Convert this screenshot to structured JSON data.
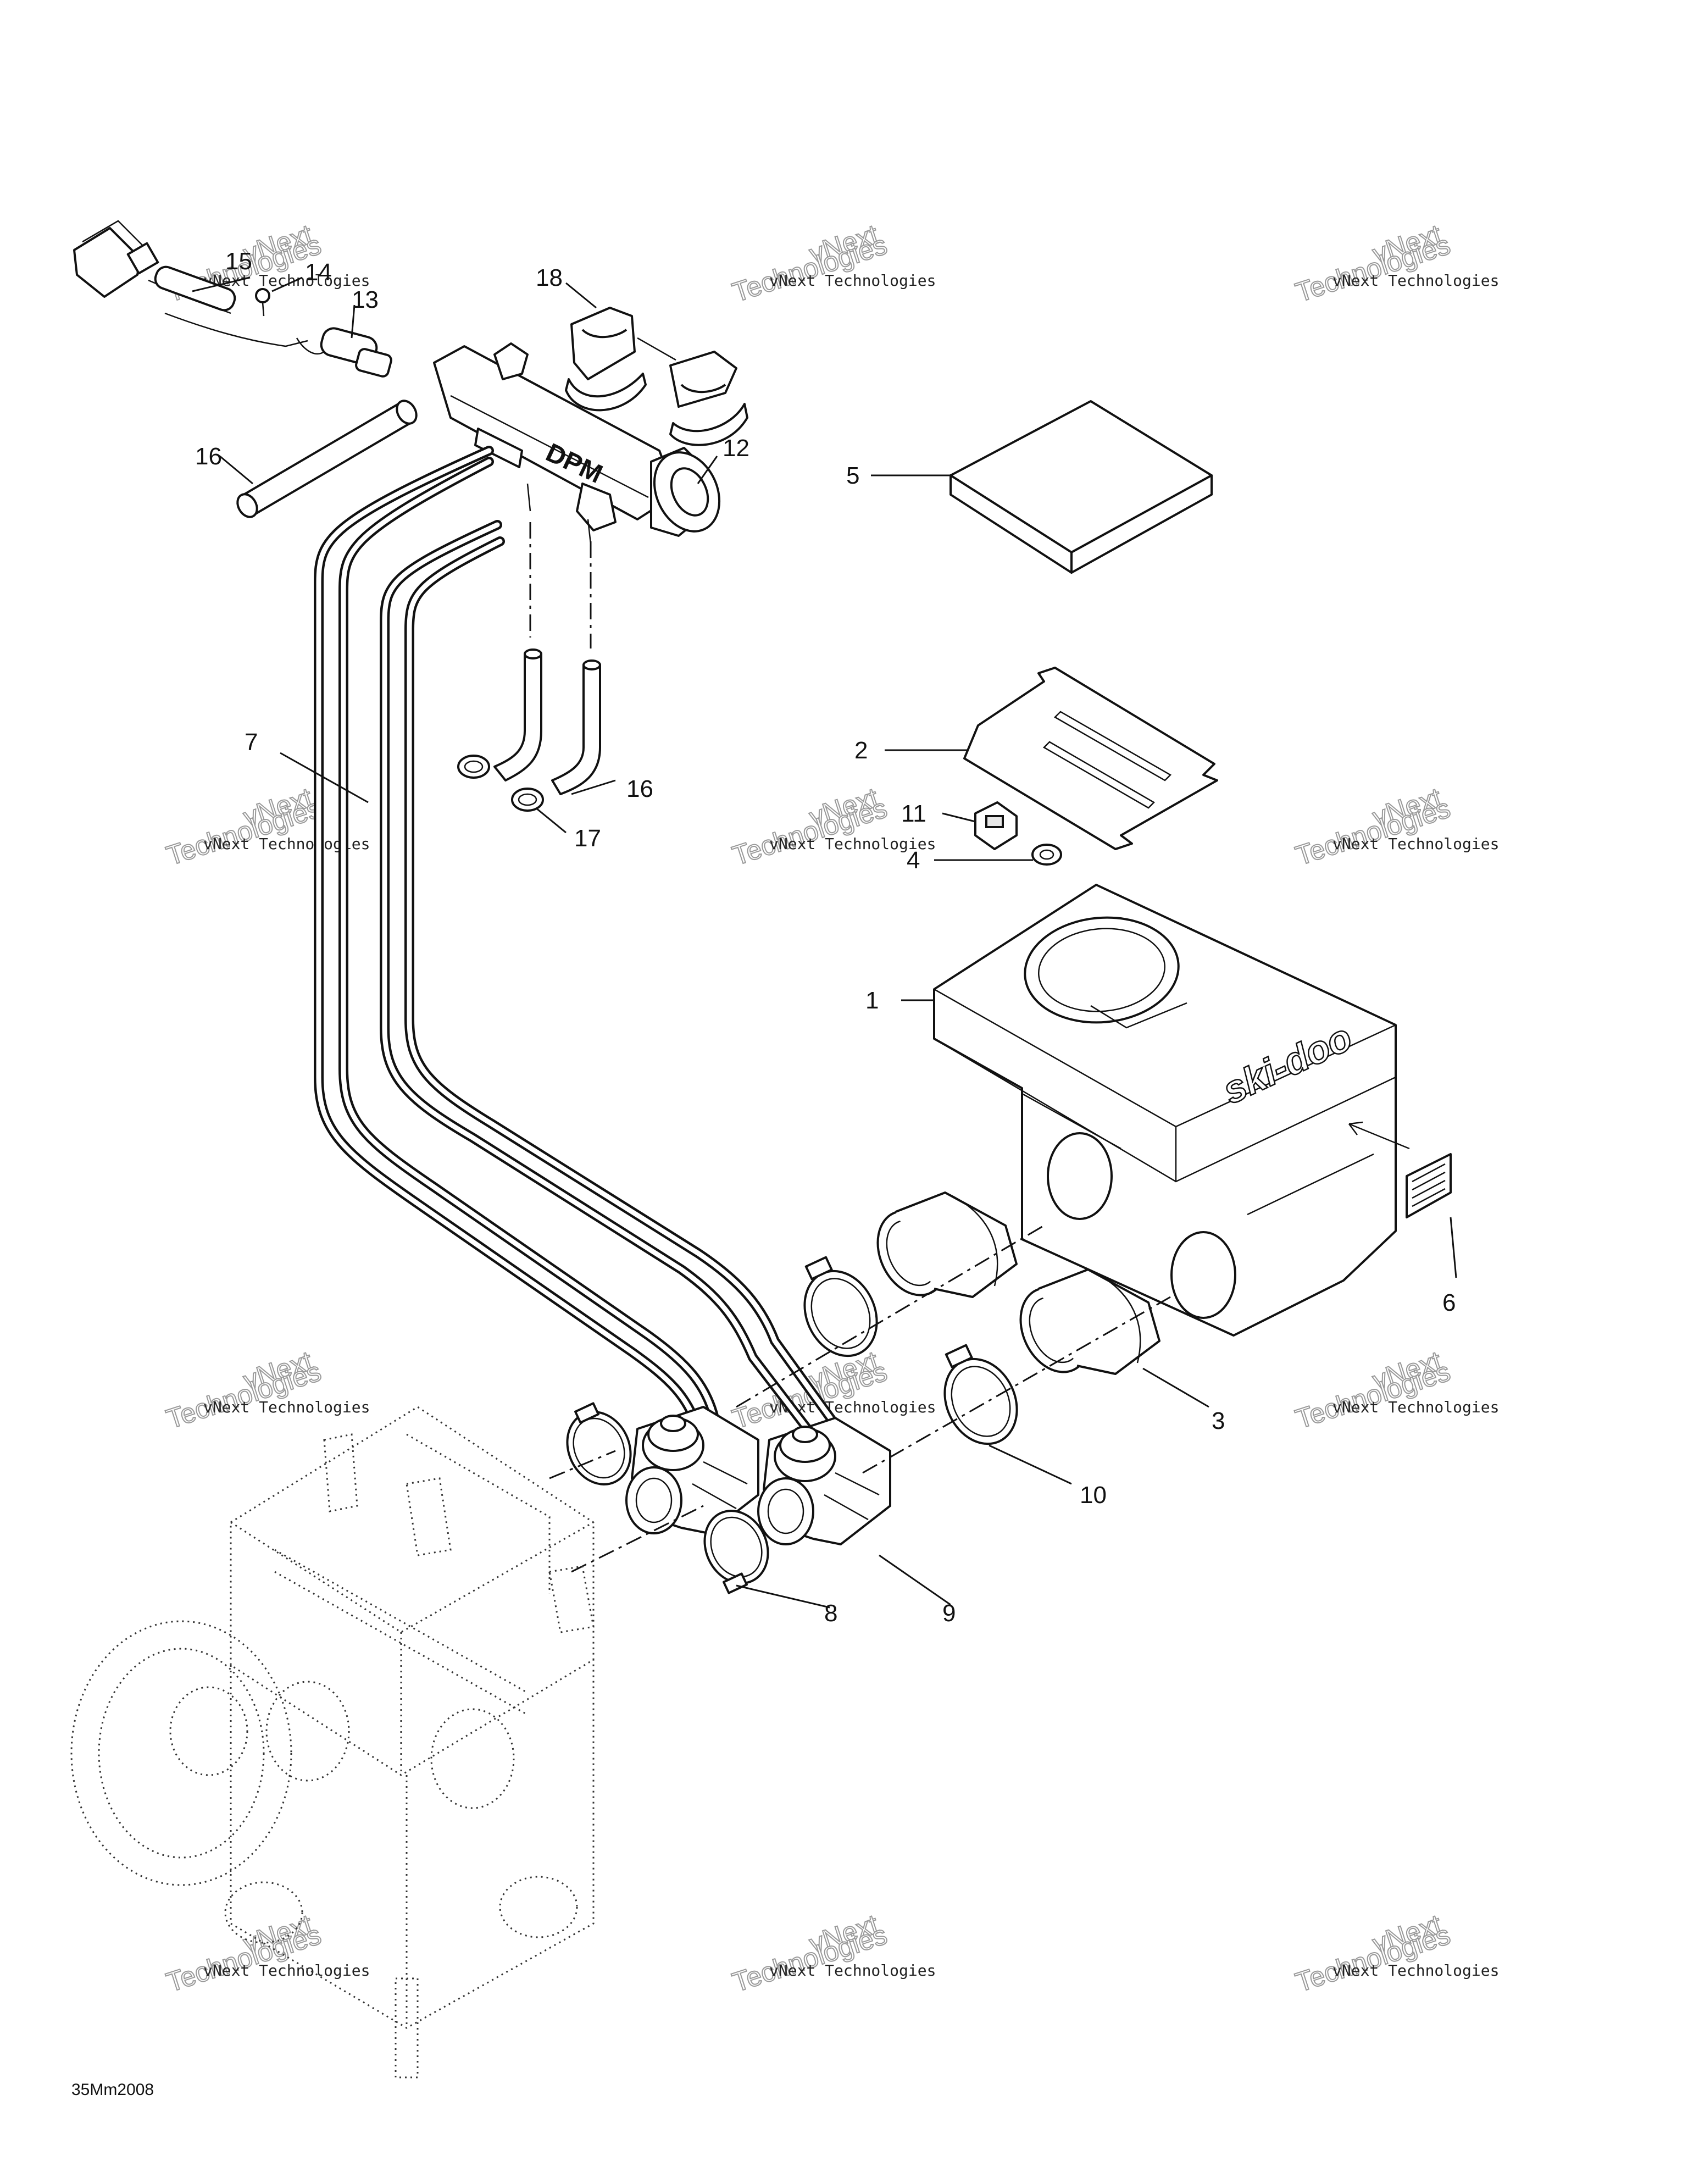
{
  "callouts": [
    {
      "id": "1",
      "label": "1"
    },
    {
      "id": "2",
      "label": "2"
    },
    {
      "id": "3",
      "label": "3"
    },
    {
      "id": "4",
      "label": "4"
    },
    {
      "id": "5",
      "label": "5"
    },
    {
      "id": "6",
      "label": "6"
    },
    {
      "id": "7",
      "label": "7"
    },
    {
      "id": "8",
      "label": "8"
    },
    {
      "id": "9",
      "label": "9"
    },
    {
      "id": "10",
      "label": "10"
    },
    {
      "id": "11",
      "label": "11"
    },
    {
      "id": "12",
      "label": "12"
    },
    {
      "id": "13",
      "label": "13"
    },
    {
      "id": "14",
      "label": "14"
    },
    {
      "id": "15",
      "label": "15"
    },
    {
      "id": "16a",
      "label": "16"
    },
    {
      "id": "16b",
      "label": "16"
    },
    {
      "id": "17",
      "label": "17"
    },
    {
      "id": "18",
      "label": "18"
    }
  ],
  "part_markings": {
    "dpm": "DPM",
    "brand": "ski-doo"
  },
  "watermark": {
    "line1": "vNext Technologies",
    "line2_a": "vNext",
    "line2_b": "Technologies"
  },
  "drawing_code": "35Mm2008"
}
